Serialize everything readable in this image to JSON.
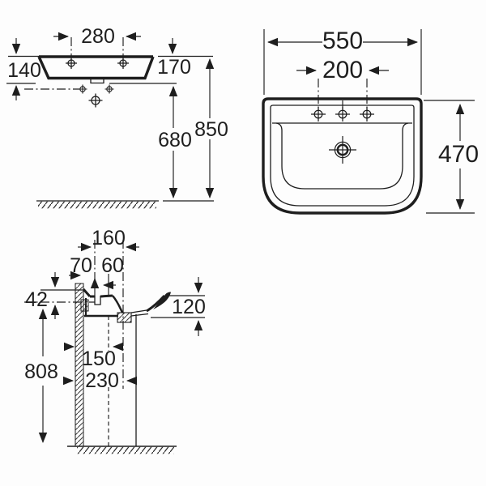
{
  "drawing": {
    "type": "sanitary-ware technical dimension drawing",
    "subject": "wall-hung washbasin with three tap holes",
    "colors": {
      "ink": "#1e1e1e",
      "background": "#fdfdfd"
    },
    "rear_view": {
      "dims": {
        "hole_spacing": "280",
        "rim_to_lower_fixings": "140",
        "rear_height": "170",
        "underside_to_floor": "680",
        "rim_height": "850"
      }
    },
    "plan_view": {
      "dims": {
        "overall_width": "550",
        "tap_hole_spacing": "200",
        "overall_depth": "470"
      }
    },
    "side_view": {
      "dims": {
        "drain_setback": "160",
        "wall_to_hole": "70",
        "hole_offset": "60",
        "rim_to_fixing": "42",
        "front_apron_height": "120",
        "wall_to_trap": "150",
        "wall_to_outlet": "230",
        "fixing_to_floor": "808"
      }
    }
  }
}
